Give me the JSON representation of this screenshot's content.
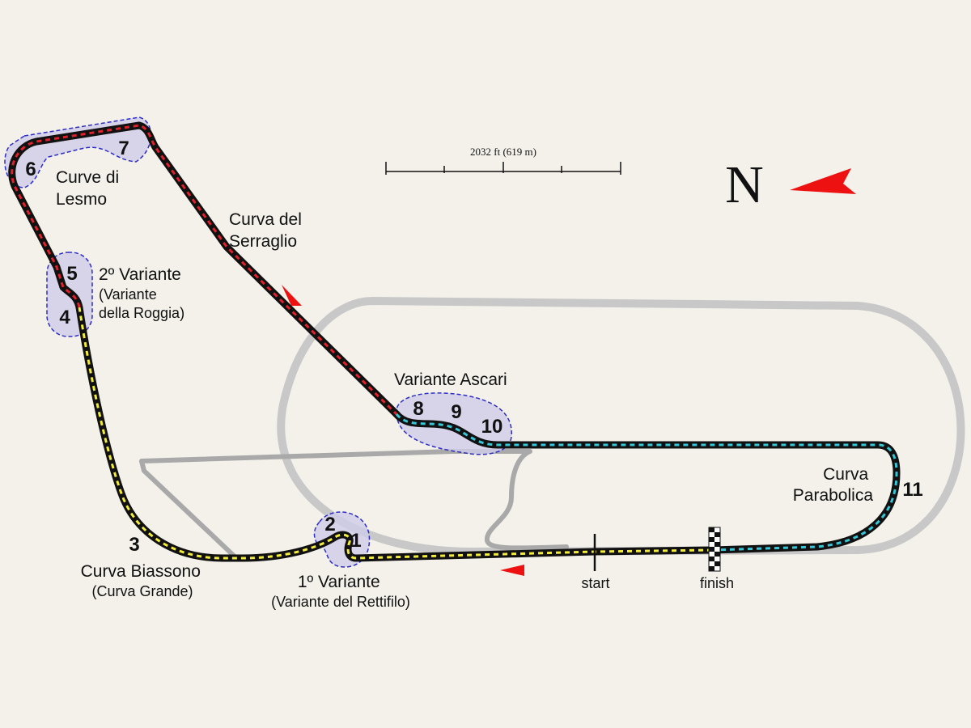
{
  "scale": {
    "label": "2032 ft (619 m)"
  },
  "compass": {
    "letter": "N"
  },
  "corners": [
    {
      "id": "c1",
      "number": "1"
    },
    {
      "id": "c2",
      "number": "2"
    },
    {
      "id": "c3",
      "number": "3"
    },
    {
      "id": "c4",
      "number": "4"
    },
    {
      "id": "c5",
      "number": "5"
    },
    {
      "id": "c6",
      "number": "6"
    },
    {
      "id": "c7",
      "number": "7"
    },
    {
      "id": "c8",
      "number": "8"
    },
    {
      "id": "c9",
      "number": "9"
    },
    {
      "id": "c10",
      "number": "10"
    },
    {
      "id": "c11",
      "number": "11"
    }
  ],
  "labels": {
    "lesmo": [
      "Curve di",
      "Lesmo"
    ],
    "serraglio": [
      "Curva del",
      "Serraglio"
    ],
    "variante2": [
      "2º Variante",
      "(Variante",
      "della Roggia)"
    ],
    "ascari": [
      "Variante Ascari"
    ],
    "parabolica": [
      "Curva",
      "Parabolica"
    ],
    "biassono": [
      "Curva Biassono",
      "(Curva Grande)"
    ],
    "variante1": [
      "1º Variante",
      "(Variante del Rettifilo)"
    ],
    "start": "start",
    "finish": "finish"
  },
  "colors": {
    "background": "#f3f1ea",
    "track": "#111111",
    "oval": "#c8c8c8",
    "old_track": "#a9a9a9",
    "sector1": "#f4ec3a",
    "sector2": "#e0212b",
    "sector3": "#35c7d8",
    "highlight_fill": "#cfcde9",
    "highlight_stroke": "#2d2dc8",
    "arrow": "#ee1111"
  }
}
